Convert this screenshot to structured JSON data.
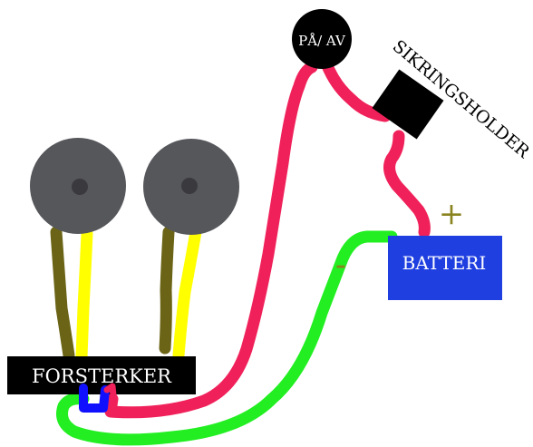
{
  "diagram": {
    "switch_label": "PÅ/ AV",
    "fuse_holder_label": "SIKRINGSHOLDER",
    "battery_label": "BATTERI",
    "amplifier_label": "FORSTERKER",
    "plus_sign": "+",
    "minus_sign": "-",
    "colors": {
      "background": "#ffffff",
      "speaker": "#56575b",
      "speaker_center": "#3a3a3e",
      "wire_positive": "#f0215a",
      "wire_ground": "#22ee22",
      "wire_speaker_dark": "#6b6416",
      "wire_speaker_light": "#ffff00",
      "battery": "#1f3fe0",
      "amplifier": "#000000",
      "switch": "#000000",
      "fuse_holder": "#000000",
      "terminal_blue": "#1010ff",
      "polarity_sign": "#8a8420"
    }
  }
}
